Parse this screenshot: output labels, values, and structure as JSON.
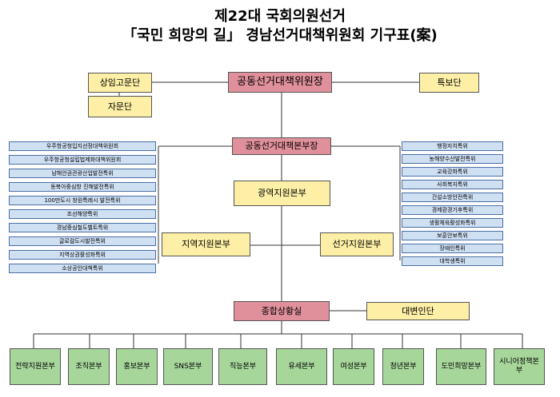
{
  "title_line1": "제22대 국회의원선거",
  "title_line2": "「국민 희망의 길」 경남선거대책위원회 기구표(案)",
  "top": {
    "chair": "공동선거대책위원장",
    "advisory": "상임고문단",
    "consult": "자문단",
    "special": "특보단"
  },
  "hq": {
    "head": "공동선거대책본부장",
    "regional_support": "광역지원본부",
    "local_support": "지역지원본부",
    "election_support": "선거지원본부",
    "situation": "종합상황실",
    "spokesperson": "대변인단"
  },
  "left_committees": [
    "우주항공청입지선정대책위원회",
    "우주항공청설립법제화대책위원회",
    "남해안권관광산업발전특위",
    "동북아중심항 진해발전특위",
    "100만도시 창원특례시 발전특위",
    "조선해양특위",
    "경남중심철도벨트특위",
    "글로컬도시발전특위",
    "지역상권활성화특위",
    "소상공인대책특위"
  ],
  "right_committees": [
    "행정자치특위",
    "농해양수산발전특위",
    "교육강화특위",
    "사회복지특위",
    "건설소방안전특위",
    "경제환경기후특위",
    "생활체육활성화특위",
    "보훈안보특위",
    "장애인특위",
    "대학생특위"
  ],
  "bottom_units": [
    "전략지원본부",
    "조직본부",
    "홍보본부",
    "SNS본부",
    "직능본부",
    "유세본부",
    "여성본부",
    "청년본부",
    "도민희망본부",
    "시니어정책본부"
  ],
  "colors": {
    "yellow": "#fdf0a6",
    "red": "#e0909a",
    "green": "#a6d69a",
    "blue": "#cfe0f3"
  }
}
